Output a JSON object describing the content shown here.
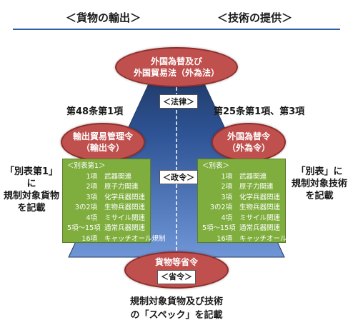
{
  "headers": {
    "left": "＜貨物の輸出＞",
    "right": "＜技術の提供＞"
  },
  "top_oval": {
    "line1": "外国為替及び",
    "line2": "外国貿易法（外為法）"
  },
  "labels": {
    "law": "＜法律＞",
    "cabinet_order": "＜政令＞",
    "ministerial_order": "＜省令＞"
  },
  "articles": {
    "left": "第48条第1項",
    "right": "第25条第1項、第3項"
  },
  "left_oval": {
    "line1": "輸出貿易管理令",
    "line2": "（輸出令）"
  },
  "right_oval": {
    "line1": "外国為替令",
    "line2": "（外為令）"
  },
  "side_notes": {
    "left": [
      "「別表第1」に",
      "規制対象貨物",
      "を記載"
    ],
    "right": [
      "「別表」に",
      "規制対象技術",
      "を記載"
    ]
  },
  "left_list": {
    "title": "＜別表第1＞",
    "rows": [
      {
        "num": "1項",
        "text": "武器関連"
      },
      {
        "num": "2項",
        "text": "原子力関連"
      },
      {
        "num": "3項",
        "text": "化学兵器関連"
      },
      {
        "num": "3の2項",
        "text": "生物兵器関連"
      },
      {
        "num": "4項",
        "text": "ミサイル関連"
      },
      {
        "num": "5項～15項",
        "text": "通常兵器関連"
      },
      {
        "num": "16項",
        "text": "キャッチオール規制"
      }
    ]
  },
  "right_list": {
    "title": "＜別表＞",
    "rows": [
      {
        "num": "1項",
        "text": "武器関連"
      },
      {
        "num": "2項",
        "text": "原子力関連"
      },
      {
        "num": "3項",
        "text": "化学兵器関連"
      },
      {
        "num": "3の2項",
        "text": "生物兵器関連"
      },
      {
        "num": "4項",
        "text": "ミサイル関連"
      },
      {
        "num": "5項～15項",
        "text": "通常兵器関連"
      },
      {
        "num": "16項",
        "text": "キャッチオール規制"
      }
    ]
  },
  "bottom_oval": {
    "text": "貨物等省令"
  },
  "bottom_text": {
    "line1": "規制対象貨物及び技術",
    "line2": "の「スペック」を記載"
  },
  "colors": {
    "pyramid_dark": "#1f3864",
    "pyramid_light": "#4f7ec4",
    "oval": "#c0504d",
    "box": "#7fae3e",
    "divider": "#2e5fa8"
  }
}
